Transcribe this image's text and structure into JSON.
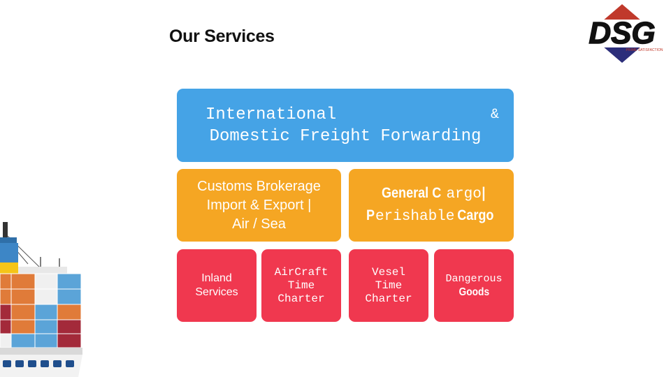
{
  "slide": {
    "title": "Our Services",
    "logo": {
      "text": "DSG",
      "tagline": "PRIME SATISFACTION"
    },
    "colors": {
      "blue": "#45a3e6",
      "orange": "#f5a623",
      "red": "#f0384f"
    },
    "services": {
      "freight": {
        "line1a": "International",
        "line1b": "&",
        "line2": "Domestic Freight Forwarding"
      },
      "customs": {
        "line1": "Customs Brokerage",
        "line2": "Import & Export |",
        "line3": "Air / Sea"
      },
      "cargo": {
        "l1a": "General C",
        "l1b": "argo",
        "l1c": " |",
        "l2a": "P",
        "l2b": "erishable",
        "l2c": " Cargo"
      },
      "inland": {
        "line1": "Inland",
        "line2": "Services"
      },
      "aircraft": {
        "line1": "AirCraft",
        "line2": "Time",
        "line3": "Charter"
      },
      "vesel": {
        "line1": "Vesel",
        "line2": "Time",
        "line3": "Charter"
      },
      "dangerous": {
        "line1": "Dangerous",
        "line2": "Goods"
      }
    }
  }
}
